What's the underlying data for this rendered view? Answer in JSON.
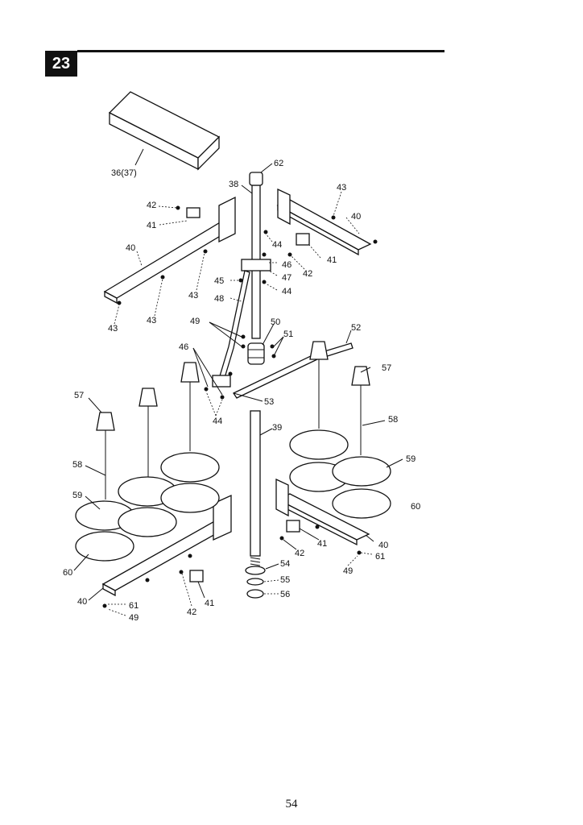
{
  "section_number": "23",
  "page_number": "54",
  "callouts": [
    "36(37)",
    "62",
    "38",
    "43",
    "42",
    "41",
    "40",
    "44",
    "46",
    "47",
    "45",
    "48",
    "49",
    "50",
    "51",
    "52",
    "53",
    "57",
    "58",
    "59",
    "60",
    "39",
    "54",
    "55",
    "56",
    "61"
  ]
}
